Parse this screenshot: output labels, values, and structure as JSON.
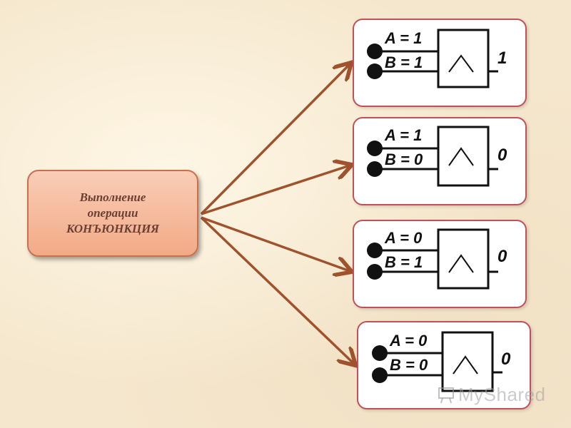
{
  "source": {
    "line1": "Выполнение",
    "line2": "операции",
    "line3": "КОНЪЮНКЦИЯ"
  },
  "cases": [
    {
      "a_label": "A = 1",
      "b_label": "B = 1",
      "output": "1"
    },
    {
      "a_label": "A = 1",
      "b_label": "B = 0",
      "output": "0"
    },
    {
      "a_label": "A = 0",
      "b_label": "B = 1",
      "output": "0"
    },
    {
      "a_label": "A = 0",
      "b_label": "B = 0",
      "output": "0"
    }
  ],
  "colors": {
    "arrow": "#a0522d",
    "source_border": "#c9704e",
    "case_border": "#c0505a"
  },
  "watermark": {
    "text": "MyShared",
    "icon": "presentation-icon"
  }
}
